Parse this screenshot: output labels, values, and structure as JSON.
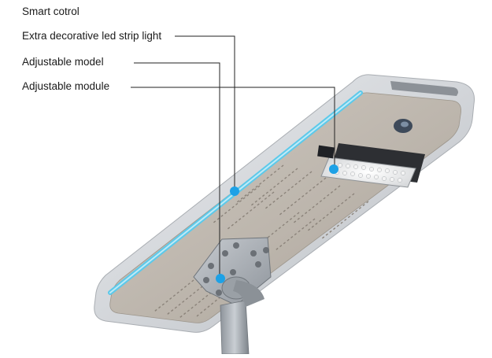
{
  "labels": {
    "smart_control": "Smart cotrol",
    "led_strip": "Extra decorative led strip light",
    "adjustable_model": "Adjustable model",
    "adjustable_module": "Adjustable module"
  },
  "colors": {
    "accent_marker": "#1da1e6",
    "led_strip": "#5cc9ea",
    "housing": "#cfd2d6",
    "panel": "#bdb6ad",
    "leader_line": "#222222"
  }
}
